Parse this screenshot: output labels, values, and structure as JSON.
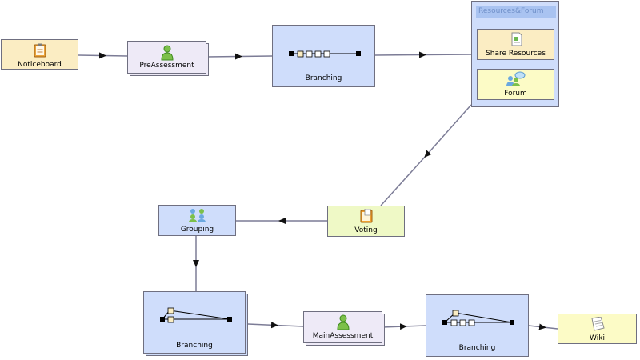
{
  "nodes": {
    "noticeboard": "Noticeboard",
    "preassessment": "PreAssessment",
    "branching_1": "Branching",
    "resources_forum_title": "Resources&Forum",
    "share_resources": "Share Resources",
    "forum": "Forum",
    "voting": "Voting",
    "grouping": "Grouping",
    "branching_2": "Branching",
    "main_assessment": "MainAssessment",
    "branching_3": "Branching",
    "wiki": "Wiki"
  },
  "icons": {
    "noticeboard": "clipboard-icon",
    "preassessment": "person-icon",
    "branching_1": "branching-sequence-icon",
    "share_resources": "document-icon",
    "forum": "people-chat-icon",
    "voting": "ballot-icon",
    "grouping": "group-icon",
    "branching_2": "branching-icon",
    "main_assessment": "person-icon",
    "branching_3": "branching-icon",
    "wiki": "page-icon"
  },
  "colors": {
    "connector": "#7c7c96",
    "arrow": "#111111",
    "branching_fill": "#cfddfb",
    "tool_fill": "#fbedc3",
    "assessment_fill": "#eeeaf7",
    "voting_fill": "#eff9c6",
    "wiki_fill": "#fcfbc6"
  }
}
